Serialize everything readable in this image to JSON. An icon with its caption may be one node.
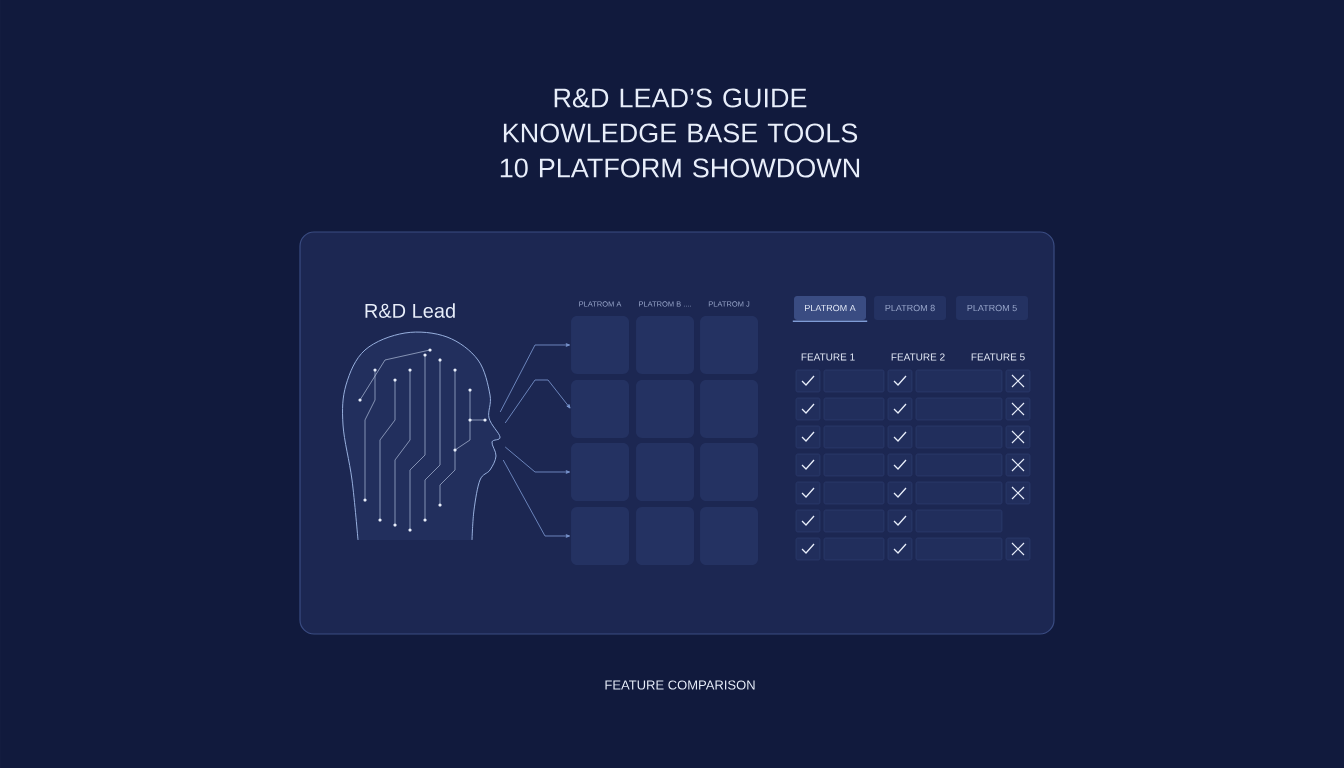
{
  "diagram": {
    "title": "R&D LEAD’S GUIDE KNOWLEDGE BASE TOOLS 10 PLATFORM SHOWDOWN",
    "caption": "FEATURE COMPARISON",
    "nodes": [
      {
        "text": [],
        "shape": "box"
      },
      {
        "text": [
          "R&D Lead"
        ],
        "in": 0
      },
      {
        "text": [],
        "shape": "box",
        "in": 0
      },
      {
        "text": [],
        "shape": "box",
        "in": 0
      },
      {
        "text": [],
        "shape": "box",
        "in": 0
      },
      {
        "text": [],
        "shape": "box",
        "in": 0
      },
      {
        "text": [],
        "shape": "box",
        "in": 0
      },
      {
        "text": [],
        "shape": "box",
        "in": 0
      },
      {
        "text": [],
        "shape": "box",
        "in": 0
      },
      {
        "text": [],
        "shape": "box",
        "in": 0
      },
      {
        "text": [],
        "shape": "box",
        "in": 0
      },
      {
        "text": [],
        "shape": "box",
        "in": 0
      },
      {
        "text": [],
        "shape": "box",
        "in": 0
      },
      {
        "text": [],
        "shape": "box",
        "in": 0
      },
      {
        "text": [
          "PLATROM A"
        ],
        "in": 0
      },
      {
        "text": [
          "PLATROM 8"
        ],
        "in": 0
      },
      {
        "text": [
          "PLATROM 5"
        ],
        "in": 0
      }
    ],
    "edges": [
      {
        "from": 1,
        "to": 2,
        "arrow": "to"
      },
      {
        "from": 1,
        "to": 5,
        "arrow": "to"
      },
      {
        "from": 1,
        "to": 8,
        "arrow": "to"
      },
      {
        "from": 1,
        "to": 11,
        "arrow": "to"
      }
    ],
    "labels": [
      "PLATROM A",
      "PLATROM B ....",
      "PLATROM J",
      "FEATURE 1",
      "FEATURE 2",
      "FEATURE 5"
    ]
  }
}
